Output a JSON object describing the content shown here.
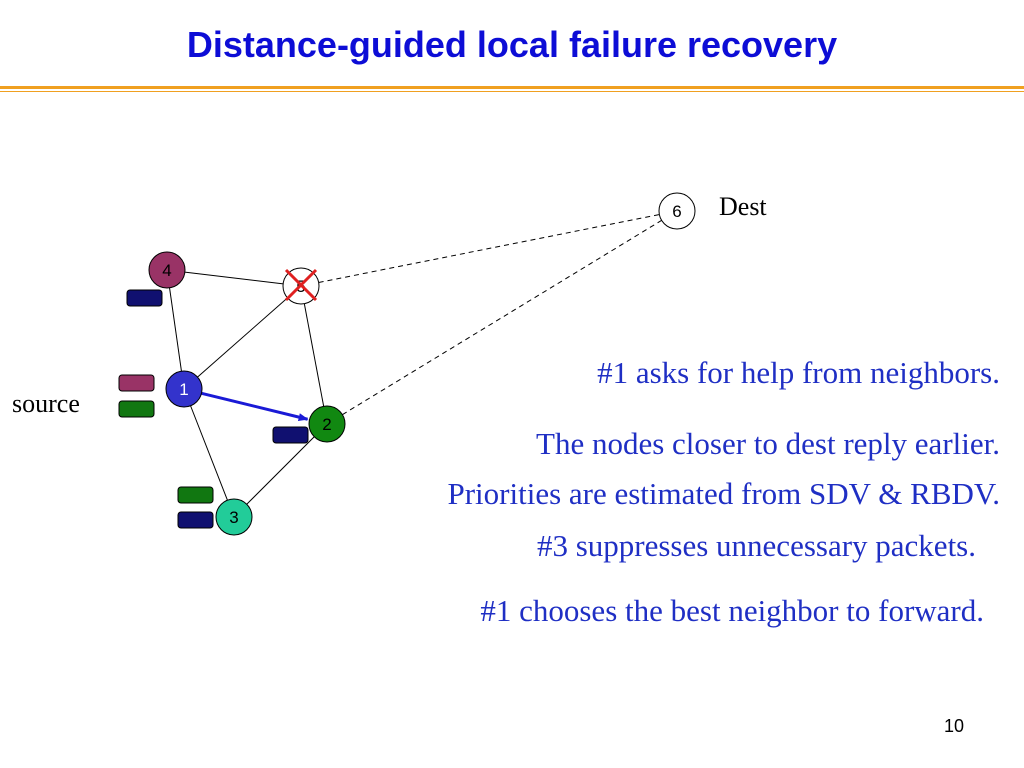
{
  "title": "Distance-guided local failure recovery",
  "labels": {
    "dest": "Dest",
    "source": "source"
  },
  "nodes": [
    {
      "id": "1",
      "label": "1",
      "fill": "#3333cc",
      "text_color": "#ffffff"
    },
    {
      "id": "2",
      "label": "2",
      "fill": "#118811",
      "text_color": "#000000"
    },
    {
      "id": "3",
      "label": "3",
      "fill": "#22cc99",
      "text_color": "#000000"
    },
    {
      "id": "4",
      "label": "4",
      "fill": "#993366",
      "text_color": "#000000"
    },
    {
      "id": "5",
      "label": "5",
      "fill": "#ffffff",
      "text_color": "#000000",
      "failed": true
    },
    {
      "id": "6",
      "label": "6",
      "fill": "#ffffff",
      "text_color": "#000000"
    }
  ],
  "edges": [
    {
      "from": "4",
      "to": "5",
      "style": "solid"
    },
    {
      "from": "4",
      "to": "1",
      "style": "solid"
    },
    {
      "from": "1",
      "to": "5",
      "style": "solid"
    },
    {
      "from": "1",
      "to": "3",
      "style": "solid"
    },
    {
      "from": "5",
      "to": "2",
      "style": "solid"
    },
    {
      "from": "3",
      "to": "2",
      "style": "solid"
    },
    {
      "from": "5",
      "to": "6",
      "style": "dashed"
    },
    {
      "from": "2",
      "to": "6",
      "style": "dashed"
    },
    {
      "from": "1",
      "to": "2",
      "style": "arrow",
      "color": "#1a1ad6"
    }
  ],
  "colors": {
    "title": "#0d0dd6",
    "caption": "#1f2fc4",
    "rule": "#f0a020",
    "failure_mark": "#e02020",
    "tag_navy": "#101070",
    "tag_green": "#117711",
    "tag_maroon": "#993366"
  },
  "captions": [
    "#1 asks for help from neighbors.",
    "The nodes closer to dest reply earlier.",
    "Priorities are estimated from SDV & RBDV.",
    "#3 suppresses unnecessary packets.",
    "#1 chooses the best neighbor to forward."
  ],
  "page_number": "10"
}
